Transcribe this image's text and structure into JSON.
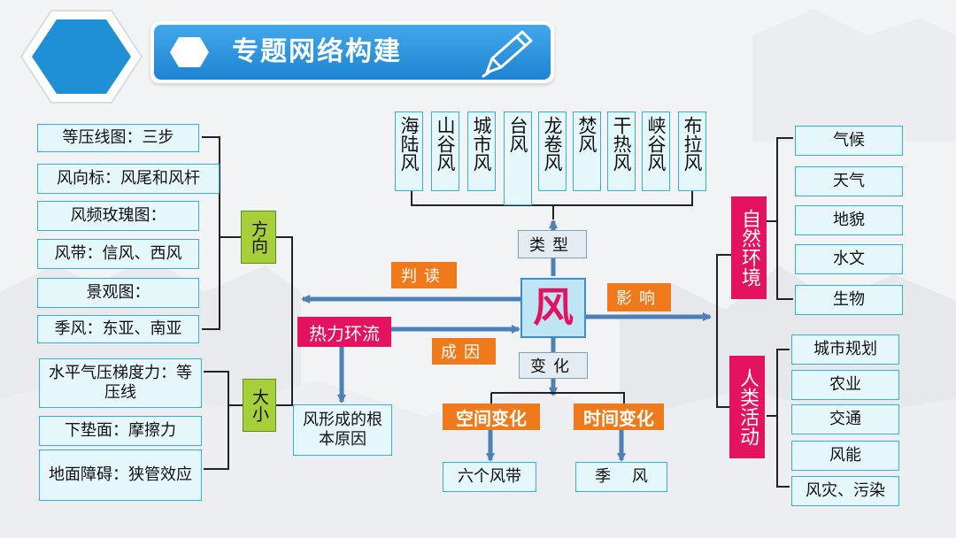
{
  "header": {
    "title": "专题网络构建"
  },
  "center": {
    "label": "风"
  },
  "types": [
    "海陆风",
    "山谷风",
    "城市风",
    "台风",
    "龙卷风",
    "焚风",
    "干热风",
    "峡谷风",
    "布拉风"
  ],
  "left_top_items": [
    "等压线图：三步",
    "风向标：风尾和风杆",
    "风频玫瑰图：",
    "风带：信风、西风",
    "景观图：",
    "季风：东亚、南亚"
  ],
  "left_bottom_items": [
    "水平气压梯度力：等压线",
    "下垫面：摩擦力",
    "地面障碍：狭管效应"
  ],
  "direction_label": "方向",
  "size_label": "大小",
  "labels": {
    "read": "判读",
    "cause": "成因",
    "type": "类型",
    "change": "变化",
    "influence": "影响",
    "thermal": "热力环流",
    "origin": "风形成的根本原因",
    "spatial": "空间变化",
    "temporal": "时间变化",
    "six_belts": "六个风带",
    "monsoon": "季　 风"
  },
  "natural": {
    "title": "自然环境",
    "items": [
      "气候",
      "天气",
      "地貌",
      "水文",
      "生物"
    ]
  },
  "human": {
    "title": "人类活动",
    "items": [
      "城市规划",
      "农业",
      "交通",
      "风能",
      "风灾、污染"
    ]
  },
  "colors": {
    "accent": "#1f8fd6",
    "orange": "#ef7a1c",
    "pink": "#e3135f",
    "green": "#a6cf3a",
    "box_border": "#37b0d8"
  }
}
